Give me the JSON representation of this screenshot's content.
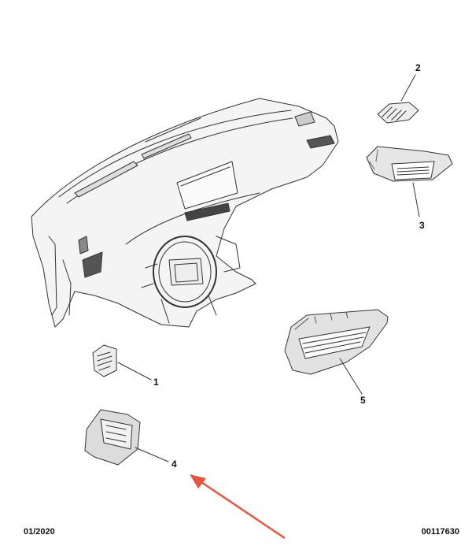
{
  "callouts": {
    "c1": "1",
    "c2": "2",
    "c3": "3",
    "c4": "4",
    "c5": "5"
  },
  "footer": {
    "date": "01/2020",
    "reference": "00117630"
  },
  "colors": {
    "line": "#333333",
    "fill": "#f3f3f3",
    "dark": "#555555",
    "arrow": "#e8553f"
  }
}
